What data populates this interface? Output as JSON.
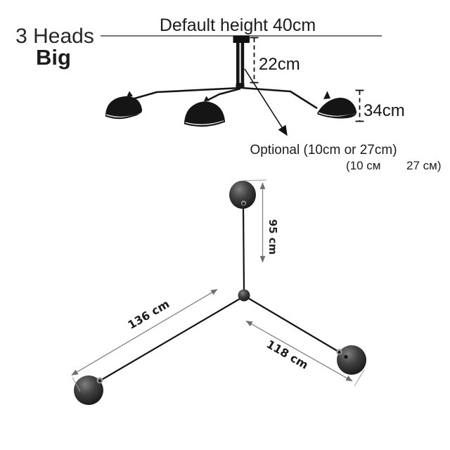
{
  "title": {
    "heads": "3 Heads",
    "size": "Big"
  },
  "colors": {
    "accent_red": "#d6293a",
    "ink": "#1c1c1c",
    "dim_grey": "#8a8a8a"
  },
  "front_view": {
    "ceiling_label": "Default height 40cm",
    "rod_length_label": "22cm",
    "shade_height_label": "34cm",
    "optional_label": "Optional (10cm or 27cm)",
    "optional_label_ru_left": "(10 см",
    "optional_label_ru_right": "27 см)"
  },
  "top_view": {
    "drop_label": "95 cm",
    "left_arm_label": "136 cm",
    "right_arm_label": "118 cm"
  }
}
